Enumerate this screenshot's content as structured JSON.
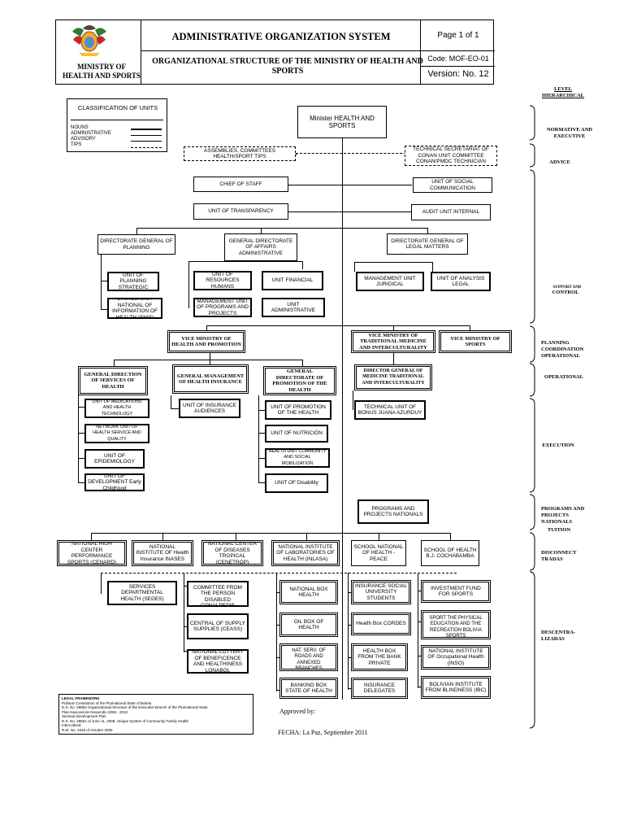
{
  "header": {
    "ministry": "MINISTRY OF HEALTH AND SPORTS",
    "system_title": "ADMINISTRATIVE ORGANIZATION SYSTEM",
    "subtitle": "ORGANIZATIONAL STRUCTURE OF THE MINISTRY OF HEALTH AND SPORTS",
    "page": "Page 1 of 1",
    "code": "Code: MOF-EO-01",
    "version": "Version: No. 12"
  },
  "classification": {
    "title": "CLASSIFICATION OF UNITS",
    "items": [
      "NOUNS",
      "ADMINISTRATIVE",
      "ADVISORY",
      "TIPS"
    ]
  },
  "levels": {
    "title": "LEVEL HIERARCHICAL",
    "items": [
      "NORMATIVE AND EXECUTIVE",
      "ADVICE",
      "SUPPORT AND",
      "CONTROL",
      "PLANNING COORDINATION OPERATIONAL",
      "OPERATIONAL",
      "EXECUTION",
      "PROGRAMS AND PROJECTS NATIONALS",
      "TUITION",
      "DISCONNECT TRADAS",
      "DESCENTRA- LIZADAS"
    ]
  },
  "units": {
    "minister": "Minister HEALTH AND SPORTS",
    "assemblies": "ASSEMBLIES, COMMITTEES HEALTH/SPORT TIPS",
    "tech_secretariat": "TECHNICAL SECRETARIAT OF CONAN UNIT COMMITTEE CONAN/PMDC TECHNICIAN",
    "chief_of_staff": "CHIEF OF STAFF",
    "social_comm": "UNIT OF SOCIAL COMMUNICATION",
    "transparency": "UNIT OF TRANSPARENCY",
    "audit": "AUDIT UNIT INTERNAL",
    "dg_planning": "DIRECTORATE GENERAL OF PLANNING",
    "dg_admin": "GENERAL DIRECTORATE OF AFFAIRS ADMINISTRATIVE",
    "dg_legal": "DIRECTORATE GENERAL OF LEGAL MATTERS",
    "strategic_planning": "UNIT OF PLANNING STRATEGIC",
    "snis": "SYSTEM UNIT NATIONAL OF INFORMATION OF HEALTH (SNIS)",
    "human_resources": "UNIT OF RESOURCES HUMANS",
    "financial": "UNIT FINANCIAL",
    "programs_mgmt": "MANAGEMENT UNIT OF PROGRAMS AND PROJECTS",
    "administrative": "UNIT ADMINISTRATIVE",
    "juridical": "MANAGEMENT UNIT JURIDICAL",
    "legal_analysis": "UNIT OF ANALYSIS LEGAL",
    "vm_health": "VICE MINISTRY OF HEALTH AND PROMOTION",
    "vm_traditional": "VICE MINISTRY OF TRADITIONAL MEDICINE AND INTERCULTURALITY",
    "vm_sports": "VICE MINISTRY OF SPORTS",
    "gd_services": "GENERAL DIRECTION OF SERVICES OF HEALTH",
    "gm_insurance": "GENERAL MANAGEMENT OF HEALTH INSURANCE",
    "gd_promotion": "GENERAL DIRECTORATE OF PROMOTION OF THE HEALTH",
    "dg_trad_medicine": "DIRECTOR GENERAL OF MEDICINE TRADITIONAL AND INTERCULTURALITY",
    "medications": "UNIT OF MEDICATIONS AND HEALTH TECHNOLOGY",
    "network": "NETWORK UNIT OF HEALTH SERVICE AND QUALITY",
    "epidemiology": "UNIT OF EPIDEMIOLOGY",
    "development": "UNIT OF DEVELOPMENT Early Childhood",
    "insurance_audiences": "UNIT OF INSURANCE AUDIENCES",
    "promotion_unit": "UNIT OF PROMOTION OF THE HEALTH",
    "nutrition": "UNIT OF NUTRICIÓN",
    "community": "HEALTH UNIT COMMUNITY AND SOCIAL MOBILIZATION",
    "disability": "UNIT OF Disability",
    "bonus": "TECHNICAL UNIT OF BONUS JUANA AZURDUY",
    "programs_national": "PROGRAMS AND PROJECTS NATIONALS",
    "cenard": "NATIONAL HIGH CENTER PERFORMANCE SPORTS (CENARD)",
    "inases": "NATIONAL INSTITUTE OF Health Insurance INASES",
    "cenetrop": "NATIONAL CENTER OF DISEASES TROPICAL (CENETROP)",
    "inlasa": "NATIONAL INSTITUTE OF LABORATORIES OF HEALTH (INLASA)",
    "school_peace": "SCHOOL NATIONAL OF HEALTH - PEACE",
    "school_cochabamba": "SCHOOL OF HEALTH B.J. COCHABAMBA",
    "sedes": "SERVICES DEPARTMENTAL HEALTH (SEDES)",
    "conalpedis": "NATIONAL COMMITTEE FROM THE PERSON DISABLED CONALPEDIS",
    "ceass": "CENTRAL OF SUPPLY SUPPLIES (CEASS)",
    "lonabol": "NATIONAL LOTTERY OF BENEFICENCE AND HEALTHINESS LONABOL",
    "national_box": "NATIONAL BOX HEALTH",
    "oil_box": "OIL BOX OF HEALTH",
    "roads_box": "HEALTH BOX OF THE NAT. SERV. OF ROADS AND ANNEXED BRANCHES",
    "banking_box": "BANKING BOX STATE OF HEALTH",
    "university": "INSURANCE SOCIAL UNIVERSITY STUDENTS",
    "cordes": "Health Box CORDES",
    "bank_private": "HEALTH BOX FROM THE BANK PRIVATE",
    "delegates": "INSURANCE DELEGATES",
    "investment": "INVESTMENT FUND FOR SPORTS",
    "bolivia_sports": "BOL. INSTITUTE OF SPORT THE PHYSICAL EDUCATION AND THE RECREATION BOLIVIA SPORTS",
    "inso": "NATIONAL INSTITUTE OF Occupational Health (INSO)",
    "ibc": "BOLIVIAN INSTITUTE FROM BLINDNESS (IBC)"
  },
  "legal": {
    "title": "LEGAL FRAMEWORK",
    "lines": [
      "Political Constitution of the Plurinational State of Bolivia",
      "D.S. No. 29894 Organizational Structure of the Executive Branch of the Plurinational State",
      "Plan Nacional de Desarrollo 2006 - 2010",
      "Sectoral Development Plan",
      "D.S. No. 29601 of June 11, 2008, Unique System of Community Family Health",
      "Intercultural",
      "R.M. No. 1028 of October 2009"
    ]
  },
  "footer": {
    "approved": "Approved by:",
    "date": "FECHA: La Paz, Septiembre 2011"
  }
}
